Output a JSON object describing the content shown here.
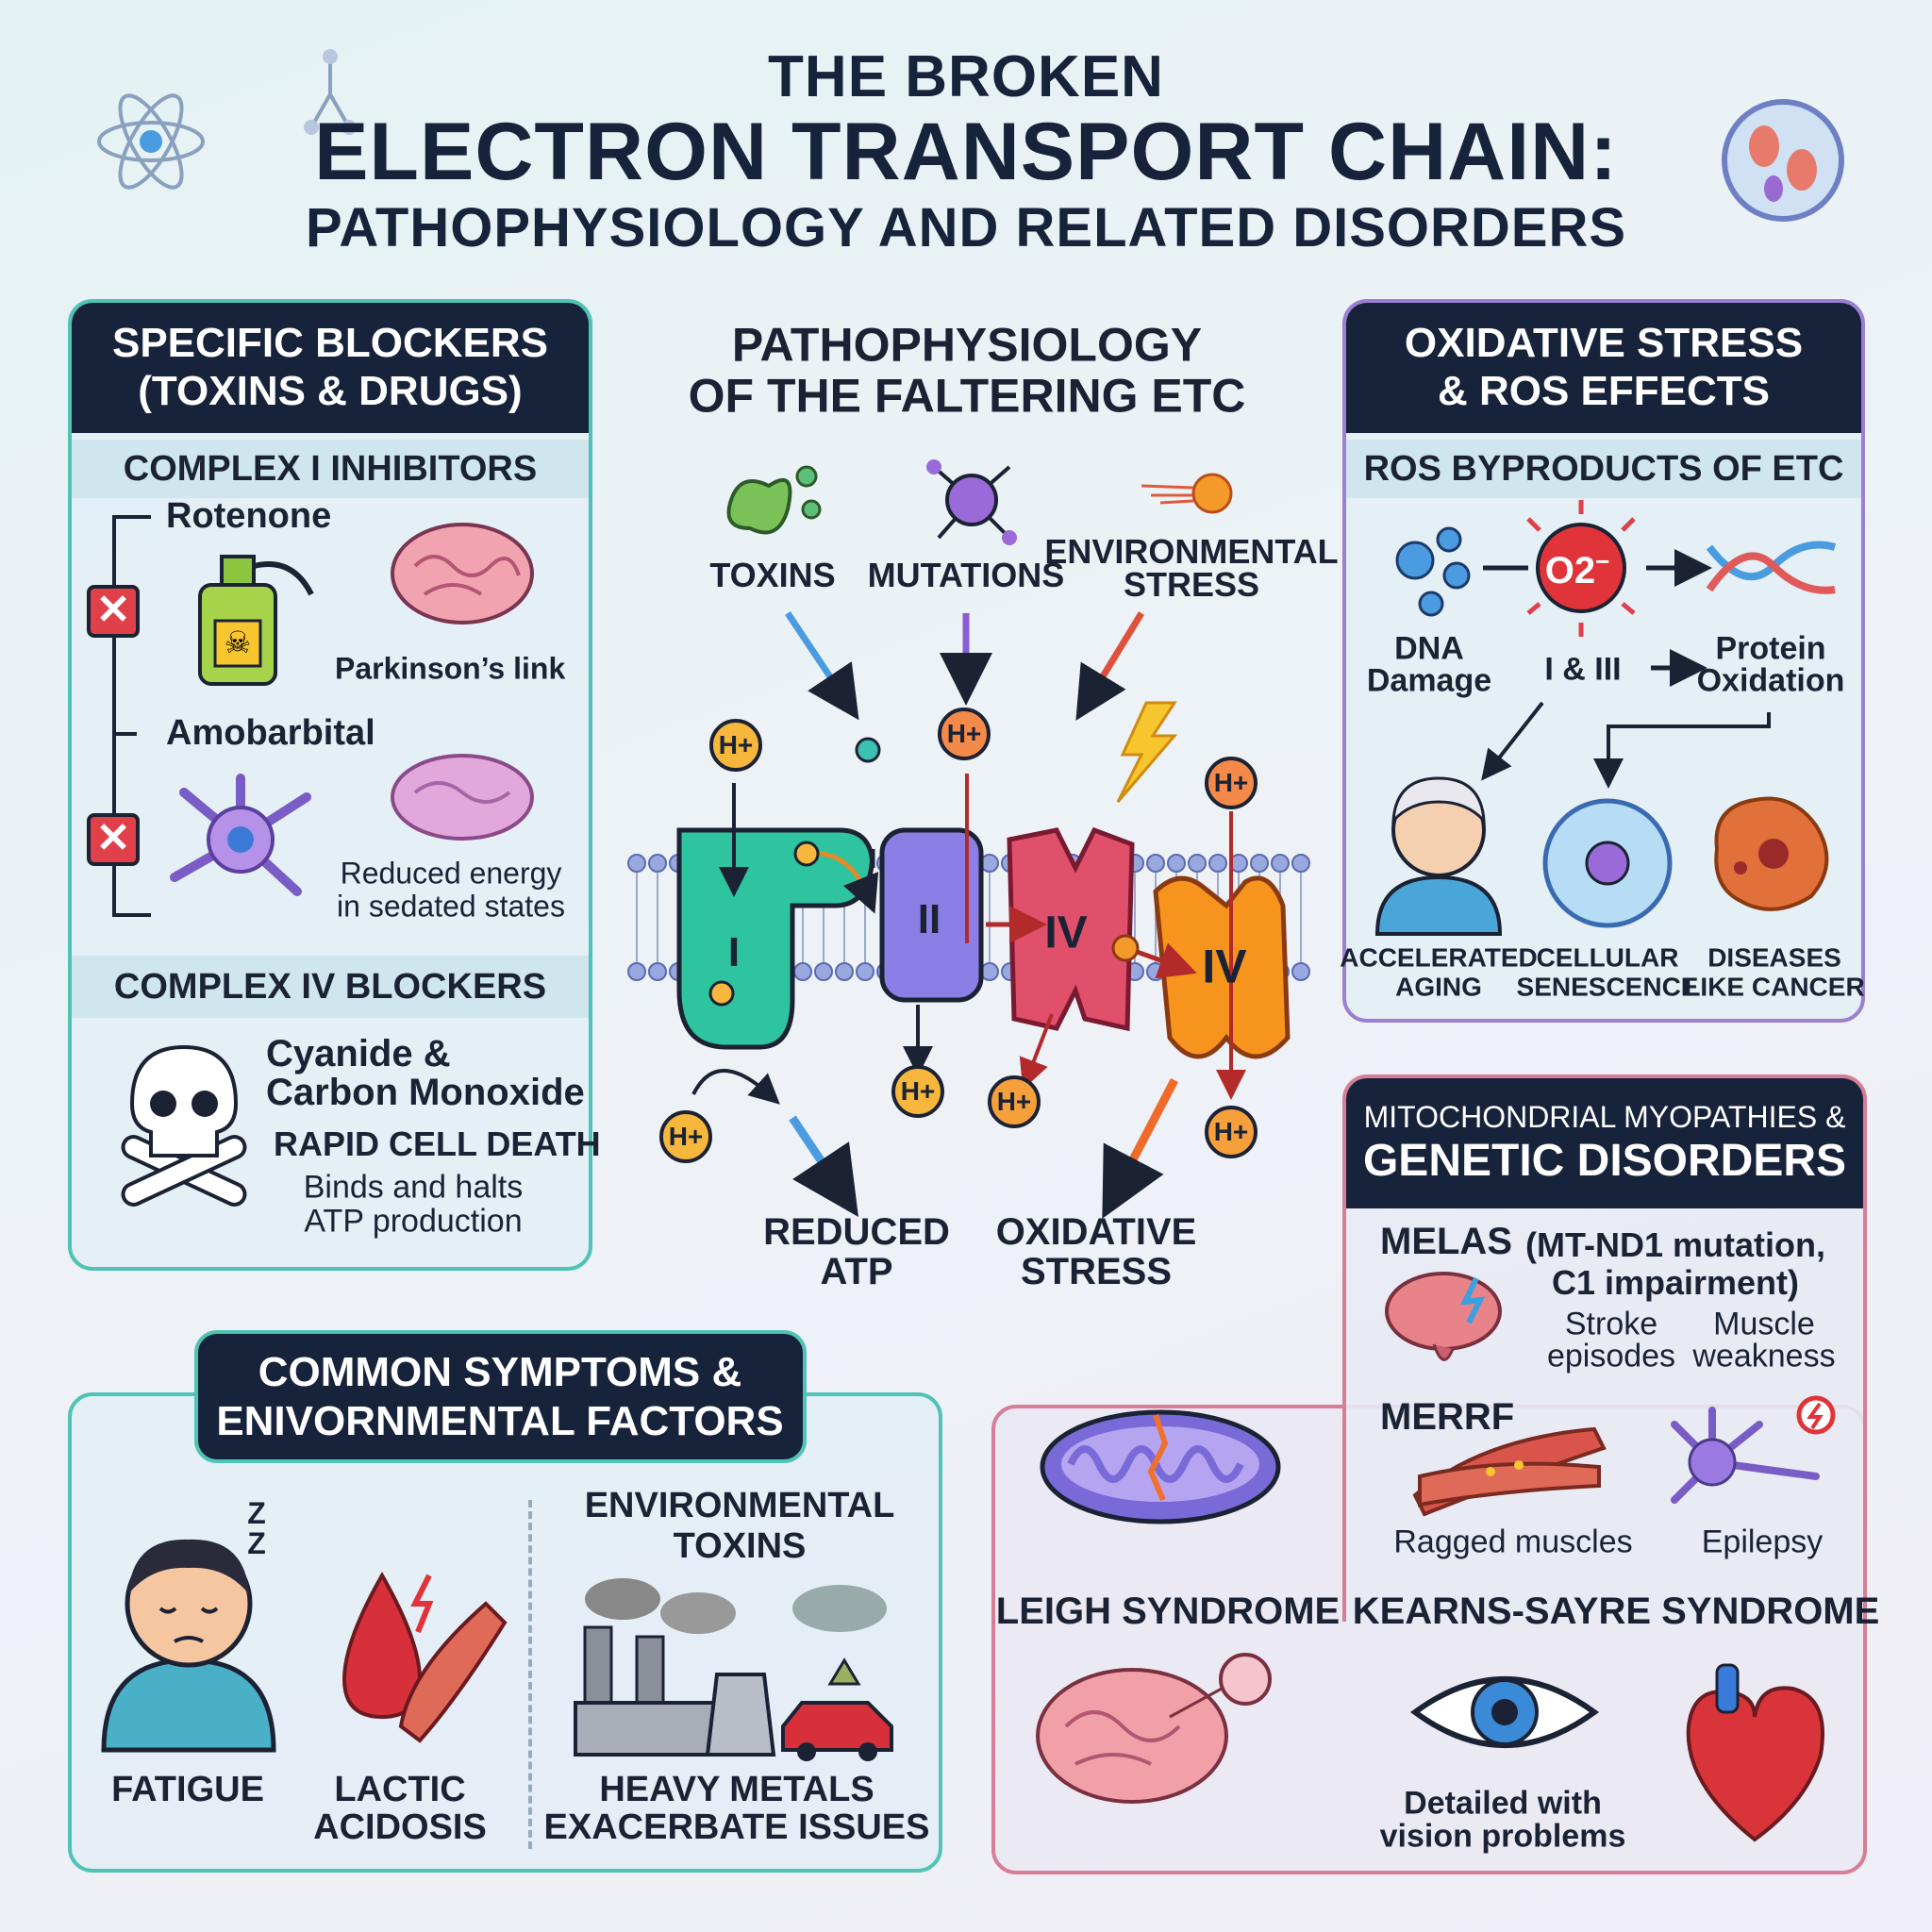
{
  "title": {
    "line1": "THE BROKEN",
    "line2": "ELECTRON TRANSPORT CHAIN:",
    "line3": "PATHOPHYSIOLOGY AND RELATED DISORDERS"
  },
  "blockers": {
    "header_line1": "SPECIFIC BLOCKERS",
    "header_line2": "(TOXINS & DRUGS)",
    "complex1_heading": "COMPLEX I INHIBITORS",
    "rotenone": "Rotenone",
    "parkinsons": "Parkinson’s link",
    "amobarbital": "Amobarbital",
    "reduced_line1": "Reduced energy",
    "reduced_line2": "in sedated states",
    "complex4_heading": "COMPLEX IV BLOCKERS",
    "cyanide_line1": "Cyanide &",
    "cyanide_line2": "Carbon Monoxide",
    "rapid": "RAPID CELL DEATH",
    "binds_line1": "Binds and halts",
    "binds_line2": "ATP production"
  },
  "center": {
    "title_line1": "PATHOPHYSIOLOGY",
    "title_line2": "OF THE FALTERING ETC",
    "causes": [
      "TOXINS",
      "MUTATIONS"
    ],
    "env_line1": "ENVIRONMENTAL",
    "env_line2": "STRESS",
    "complexes": [
      "I",
      "II",
      "IV",
      "IV"
    ],
    "proton": "H+",
    "out1_line1": "REDUCED",
    "out1_line2": "ATP",
    "out2_line1": "OXIDATIVE",
    "out2_line2": "STRESS"
  },
  "ros": {
    "header_line1": "OXIDATIVE STRESS",
    "header_line2": "& ROS EFFECTS",
    "sub": "ROS BYPRODUCTS OF ETC",
    "superoxide": "O2",
    "superoxide_charge": "−",
    "dna_line1": "DNA",
    "dna_line2": "Damage",
    "source": "I & III",
    "protein_line1": "Protein",
    "protein_line2": "Oxidation",
    "effects": [
      {
        "line1": "ACCELERATED",
        "line2": "AGING"
      },
      {
        "line1": "CELLULAR",
        "line2": "SENESCENCE"
      },
      {
        "line1": "DISEASES",
        "line2": "LIKE CANCER"
      }
    ]
  },
  "genetic": {
    "header_line1": "MITOCHONDRIAL MYOPATHIES &",
    "header_line2": "GENETIC DISORDERS",
    "melas": "MELAS",
    "melas_note_line1": "(MT-ND1 mutation,",
    "melas_note_line2": "C1 impairment)",
    "stroke_line1": "Stroke",
    "stroke_line2": "episodes",
    "muscle_line1": "Muscle",
    "muscle_line2": "weakness",
    "merrf": "MERRF",
    "ragged": "Ragged muscles",
    "epilepsy": "Epilepsy",
    "leigh": "LEIGH SYNDROME",
    "kearns": "KEARNS-SAYRE SYNDROME",
    "vision_line1": "Detailed with",
    "vision_line2": "vision problems"
  },
  "symptoms": {
    "header_line1": "COMMON SYMPTOMS &",
    "header_line2": "ENIVORNMENTAL FACTORS",
    "fatigue": "FATIGUE",
    "lactic_line1": "LACTIC",
    "lactic_line2": "ACIDOSIS",
    "env_line1": "ENVIRONMENTAL",
    "env_line2": "TOXINS",
    "heavy_line1": "HEAVY METALS",
    "heavy_line2": "EXACERBATE ISSUES",
    "sleep": "Z Z"
  },
  "colors": {
    "navy": "#17223b",
    "teal_border": "#4fc3b4",
    "purple_border": "#9b7fd0",
    "pink_border": "#d77d98",
    "complex1": "#2fc4a0",
    "complex2": "#8b7fe6",
    "complex3": "#e0506a",
    "complex4": "#f7941d",
    "proton": "#f6b73c"
  }
}
